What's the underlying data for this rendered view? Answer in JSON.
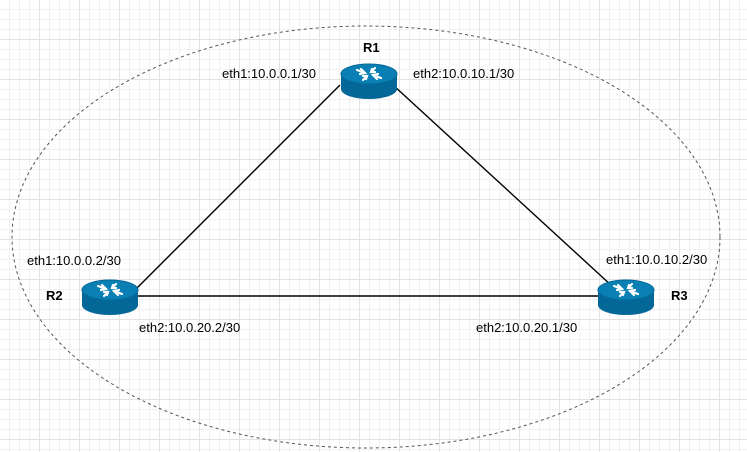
{
  "colors": {
    "router_body": "#036897",
    "router_top": "#0a7fb4",
    "router_arrow": "#ffffff",
    "link": "#000000",
    "boundary": "#555555"
  },
  "routers": [
    {
      "id": "r1",
      "name": "R1",
      "interfaces": [
        "eth1:10.0.0.1/30",
        "eth2:10.0.10.1/30"
      ]
    },
    {
      "id": "r2",
      "name": "R2",
      "interfaces": [
        "eth1:10.0.0.2/30",
        "eth2:10.0.20.2/30"
      ]
    },
    {
      "id": "r3",
      "name": "R3",
      "interfaces": [
        "eth1:10.0.10.2/30",
        "eth2:10.0.20.1/30"
      ]
    }
  ],
  "links": [
    {
      "from": "r1",
      "to": "r2"
    },
    {
      "from": "r1",
      "to": "r3"
    },
    {
      "from": "r2",
      "to": "r3"
    }
  ]
}
